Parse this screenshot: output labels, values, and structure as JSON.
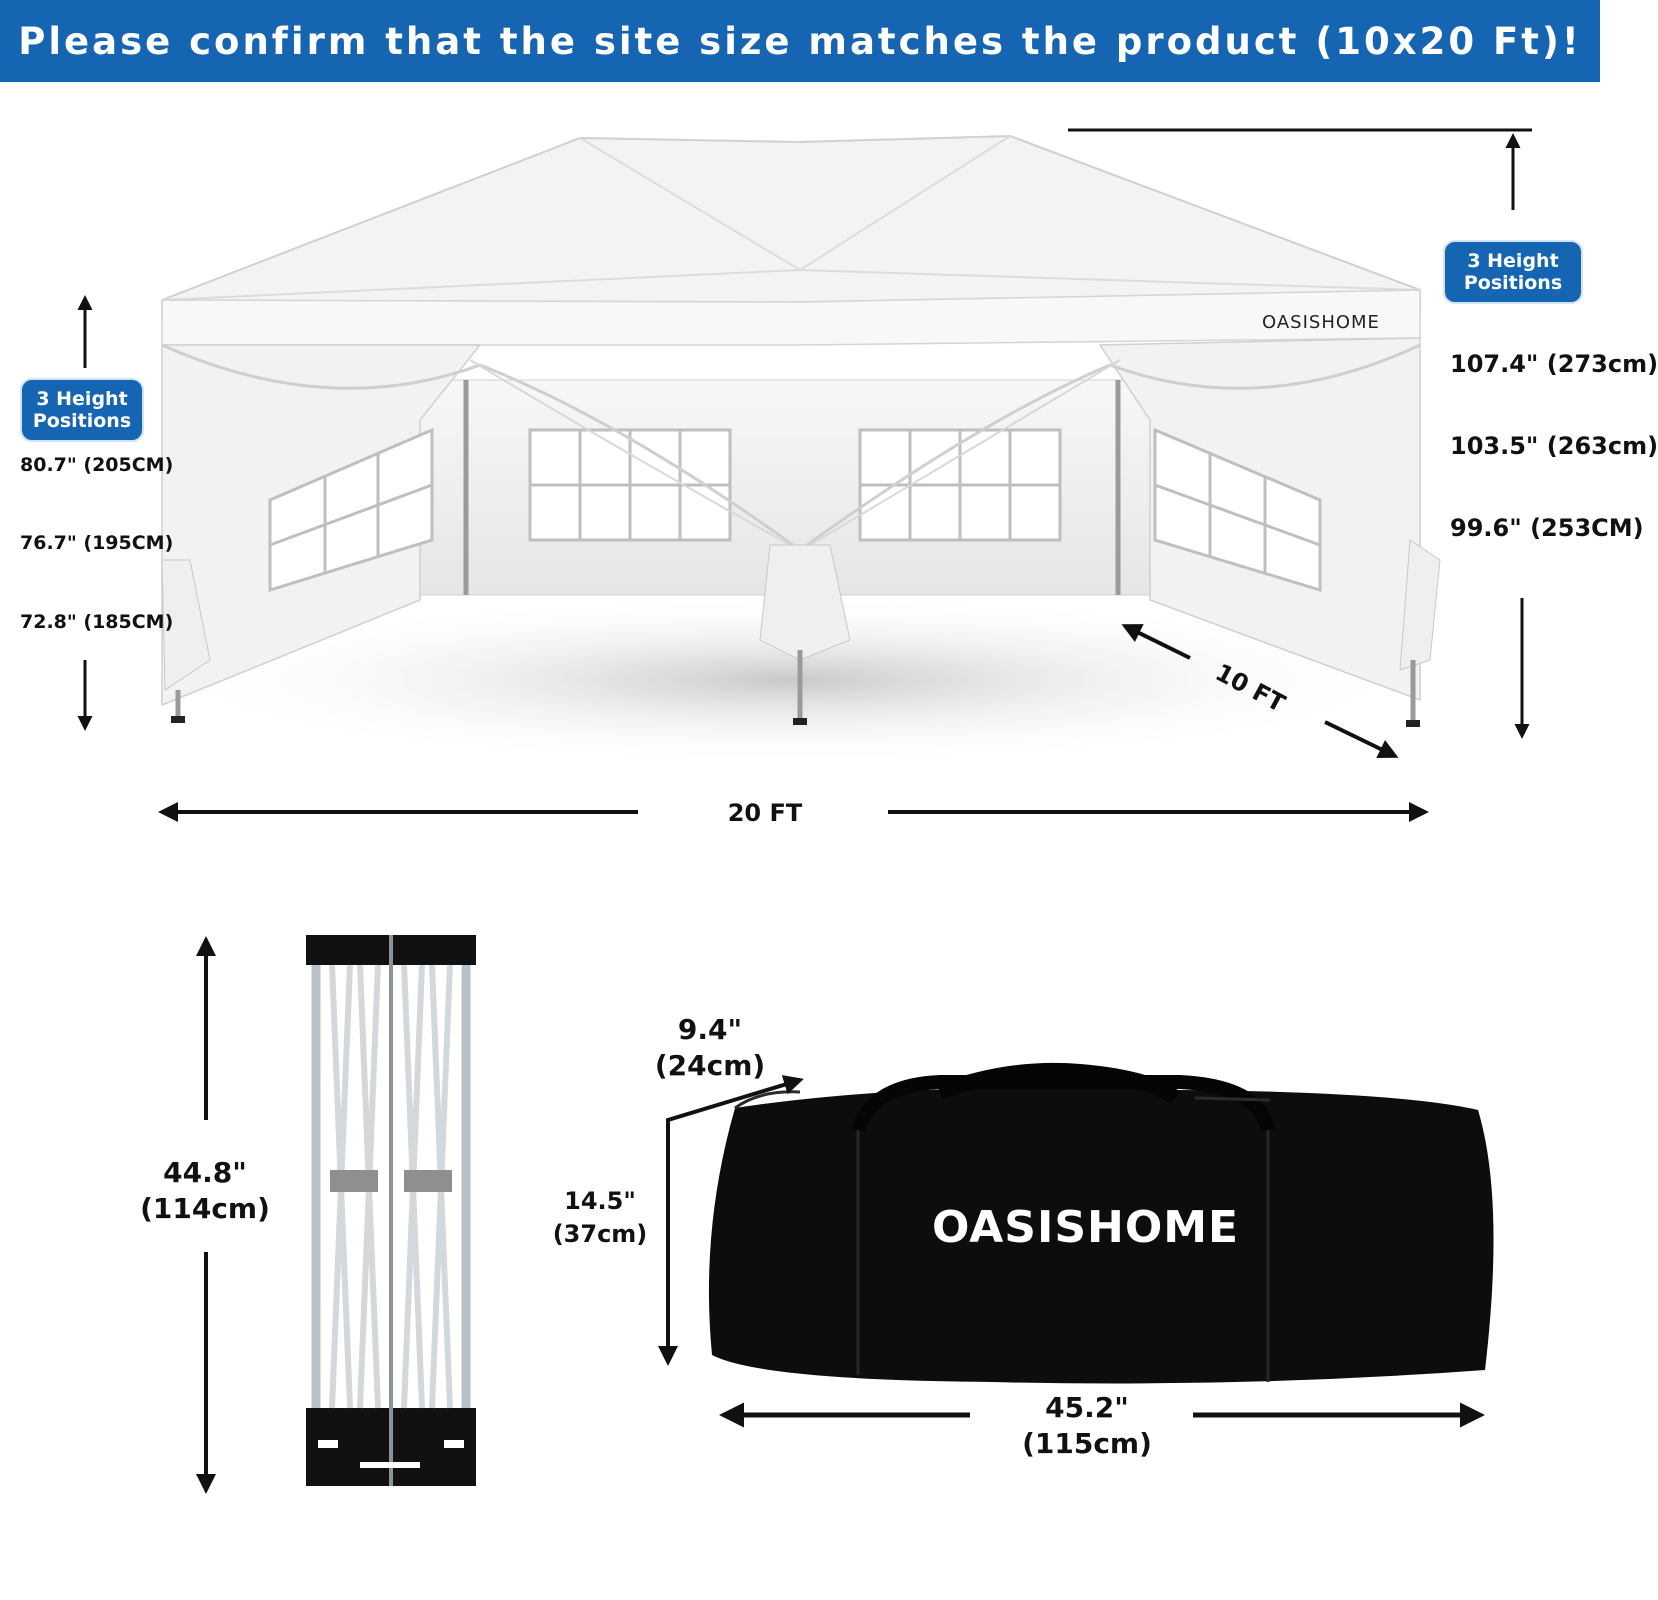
{
  "banner": {
    "text": "Please confirm that the site size matches the product (10x20 Ft)!"
  },
  "brand": {
    "tent": "OASISHOME",
    "bag": "OASISHOME"
  },
  "left_heights": {
    "badge": "3 Height Positions",
    "values": [
      "80.7\" (205CM)",
      "76.7\" (195CM)",
      "72.8\" (185CM)"
    ]
  },
  "right_heights": {
    "badge": "3 Height Positions",
    "values": [
      "107.4\" (273cm)",
      "103.5\" (263cm)",
      "99.6\" (253CM)"
    ]
  },
  "dimensions": {
    "width": "20 FT",
    "depth": "10 FT",
    "frame_height": "44.8\" (114cm)",
    "bag_depth": "9.4\" (24cm)",
    "bag_height": "14.5\" (37cm)",
    "bag_length": "45.2\" (115cm)"
  },
  "colors": {
    "accent": "#1565b3",
    "bag": "#0d0d0d",
    "canopy": "#f4f4f4"
  }
}
